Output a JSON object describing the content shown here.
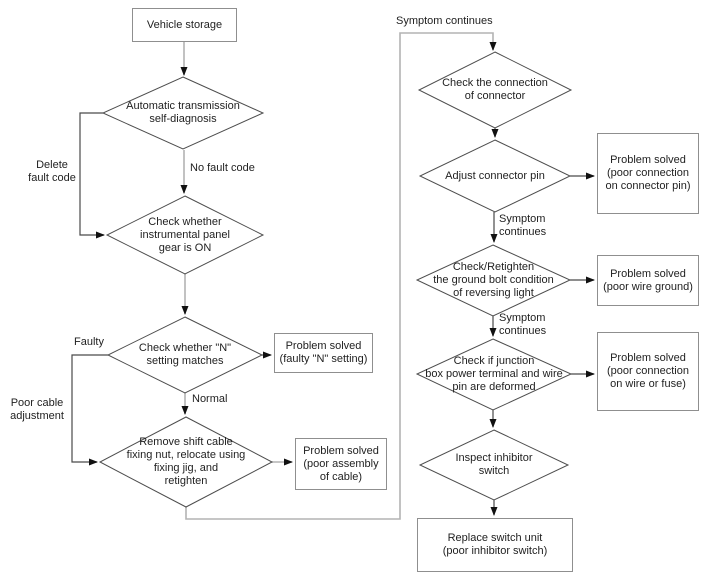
{
  "diagram": {
    "description": "Vehicle inhibitor switch troubleshooting flowchart",
    "colors": {
      "background": "#ffffff",
      "text": "#1f1f1f",
      "box_border": "#8f8f8f",
      "diamond_stroke": "#4d4d4d",
      "connector_light": "#b3b3b3",
      "connector_dark": "#4a4a4a",
      "arrowhead": "#111111"
    },
    "nodes": {
      "vehicle_storage": "Vehicle storage",
      "self_diagnosis": "Automatic transmission\nself-diagnosis",
      "panel_gear_check": "Check whether\ninstrumental panel\ngear is ON",
      "n_setting_check": "Check whether \"N\"\nsetting matches",
      "solved_n_setting": "Problem solved\n(faulty \"N\" setting)",
      "shift_cable": "Remove shift cable\nfixing nut, relocate using\nfixing jig, and\nretighten",
      "solved_cable": "Problem solved\n(poor assembly\nof cable)",
      "connector_check": "Check the connection\nof connector",
      "adjust_pin": "Adjust connector pin",
      "solved_pin": "Problem solved\n(poor connection\non connector pin)",
      "ground_bolt_check": "Check/Retighten\nthe ground bolt condition\nof reversing light",
      "solved_ground": "Problem solved\n(poor wire ground)",
      "junction_box_check": "Check if junction\nbox power terminal and wire\npin are deformed",
      "solved_wire_fuse": "Problem solved\n(poor connection\non wire or fuse)",
      "inspect_inhibitor": "Inspect inhibitor\nswitch",
      "replace_switch": "Replace switch unit\n(poor inhibitor switch)"
    },
    "edge_labels": {
      "delete_fault_code": "Delete\nfault code",
      "no_fault_code": "No fault code",
      "faulty": "Faulty",
      "normal": "Normal",
      "poor_cable_adjustment": "Poor cable\nadjustment",
      "symptom_continues_top": "Symptom continues",
      "symptom_continues_1": "Symptom\ncontinues",
      "symptom_continues_2": "Symptom\ncontinues"
    }
  }
}
